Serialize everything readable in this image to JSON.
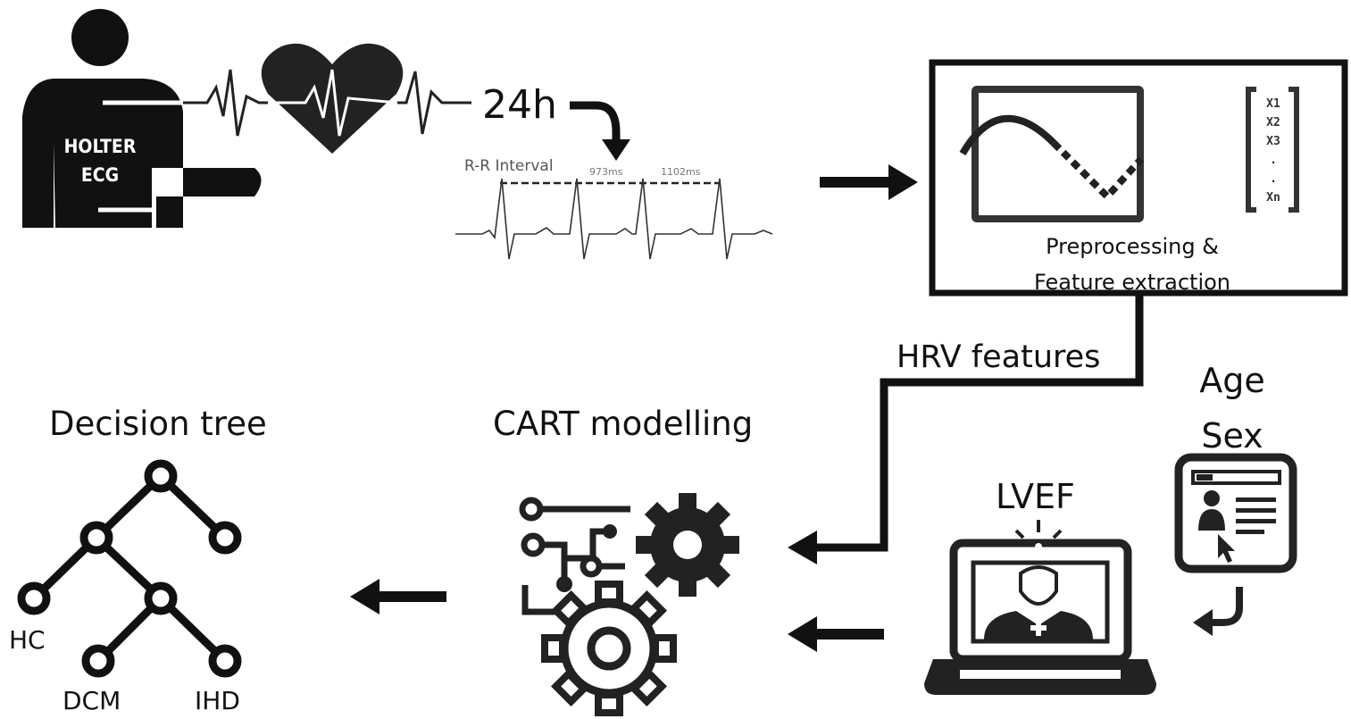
{
  "holter": {
    "line1": "HOLTER",
    "line2": "ECG"
  },
  "duration": "24h",
  "ecg": {
    "label": "R-R Interval",
    "interval1": "973ms",
    "interval2": "1102ms"
  },
  "preprocessing": {
    "line1": "Preprocessing &",
    "line2": "Feature extraction",
    "vector": [
      "X1",
      "X2",
      "X3",
      ".",
      ".",
      "Xn"
    ]
  },
  "hrv_label": "HRV features",
  "demographics": {
    "age": "Age",
    "sex": "Sex"
  },
  "lvef_label": "LVEF",
  "cart_label": "CART modelling",
  "tree": {
    "title": "Decision tree",
    "hc": "HC",
    "dcm": "DCM",
    "ihd": "IHD"
  },
  "colors": {
    "ink": "#111111",
    "icon": "#2b2b2b",
    "muted": "#555555"
  }
}
